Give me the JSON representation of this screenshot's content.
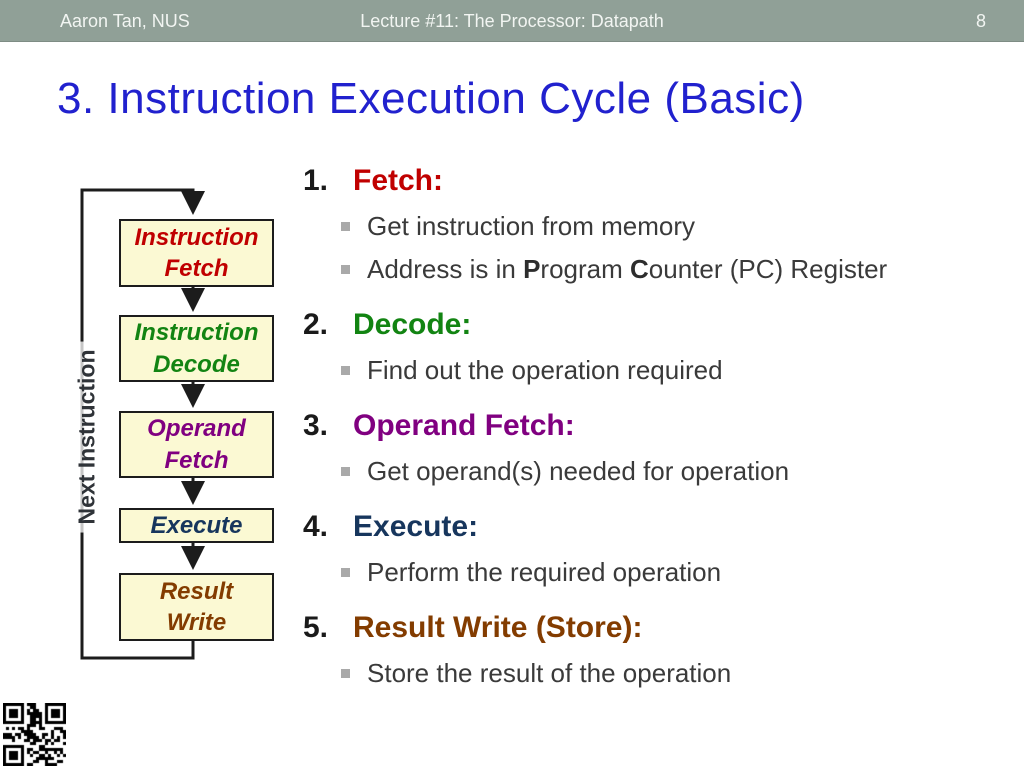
{
  "header": {
    "left": "Aaron Tan, NUS",
    "center": "Lecture #11: The Processor: Datapath",
    "page": "8",
    "bg_color": "#90A097"
  },
  "slide_title": {
    "text": "3. Instruction Execution Cycle (Basic)",
    "color": "#2121CE"
  },
  "diagram": {
    "loop_label": "Next Instruction",
    "box_fill": "#FBF9D3",
    "boxes": [
      {
        "line1": "Instruction",
        "line2": "Fetch",
        "color": "#C00000"
      },
      {
        "line1": "Instruction",
        "line2": "Decode",
        "color": "#128412"
      },
      {
        "line1": "Operand",
        "line2": "Fetch",
        "color": "#800080"
      },
      {
        "line1": "Execute",
        "line2": "",
        "color": "#17365D"
      },
      {
        "line1": "Result",
        "line2": "Write",
        "color": "#833C00"
      }
    ]
  },
  "steps": [
    {
      "num": "1.",
      "title": "Fetch:",
      "color": "#C00000",
      "bullets": [
        {
          "segments": [
            {
              "t": "Get instruction from memory"
            }
          ]
        },
        {
          "segments": [
            {
              "t": "Address is in "
            },
            {
              "t": "P"
            },
            {
              "t": "rogram "
            },
            {
              "t": "C"
            },
            {
              "t": "ounter (PC) Register"
            }
          ]
        }
      ]
    },
    {
      "num": "2.",
      "title": "Decode:",
      "color": "#128412",
      "bullets": [
        {
          "segments": [
            {
              "t": "Find out the operation required"
            }
          ]
        }
      ]
    },
    {
      "num": "3.",
      "title": "Operand Fetch:",
      "color": "#800080",
      "bullets": [
        {
          "segments": [
            {
              "t": "Get operand(s) needed for operation"
            }
          ]
        }
      ]
    },
    {
      "num": "4.",
      "title": "Execute:",
      "color": "#17365D",
      "bullets": [
        {
          "segments": [
            {
              "t": "Perform the required operation"
            }
          ]
        }
      ]
    },
    {
      "num": "5.",
      "title": "Result Write (Store):",
      "color": "#833C00",
      "bullets": [
        {
          "segments": [
            {
              "t": "Store the result of the operation"
            }
          ]
        }
      ]
    }
  ]
}
